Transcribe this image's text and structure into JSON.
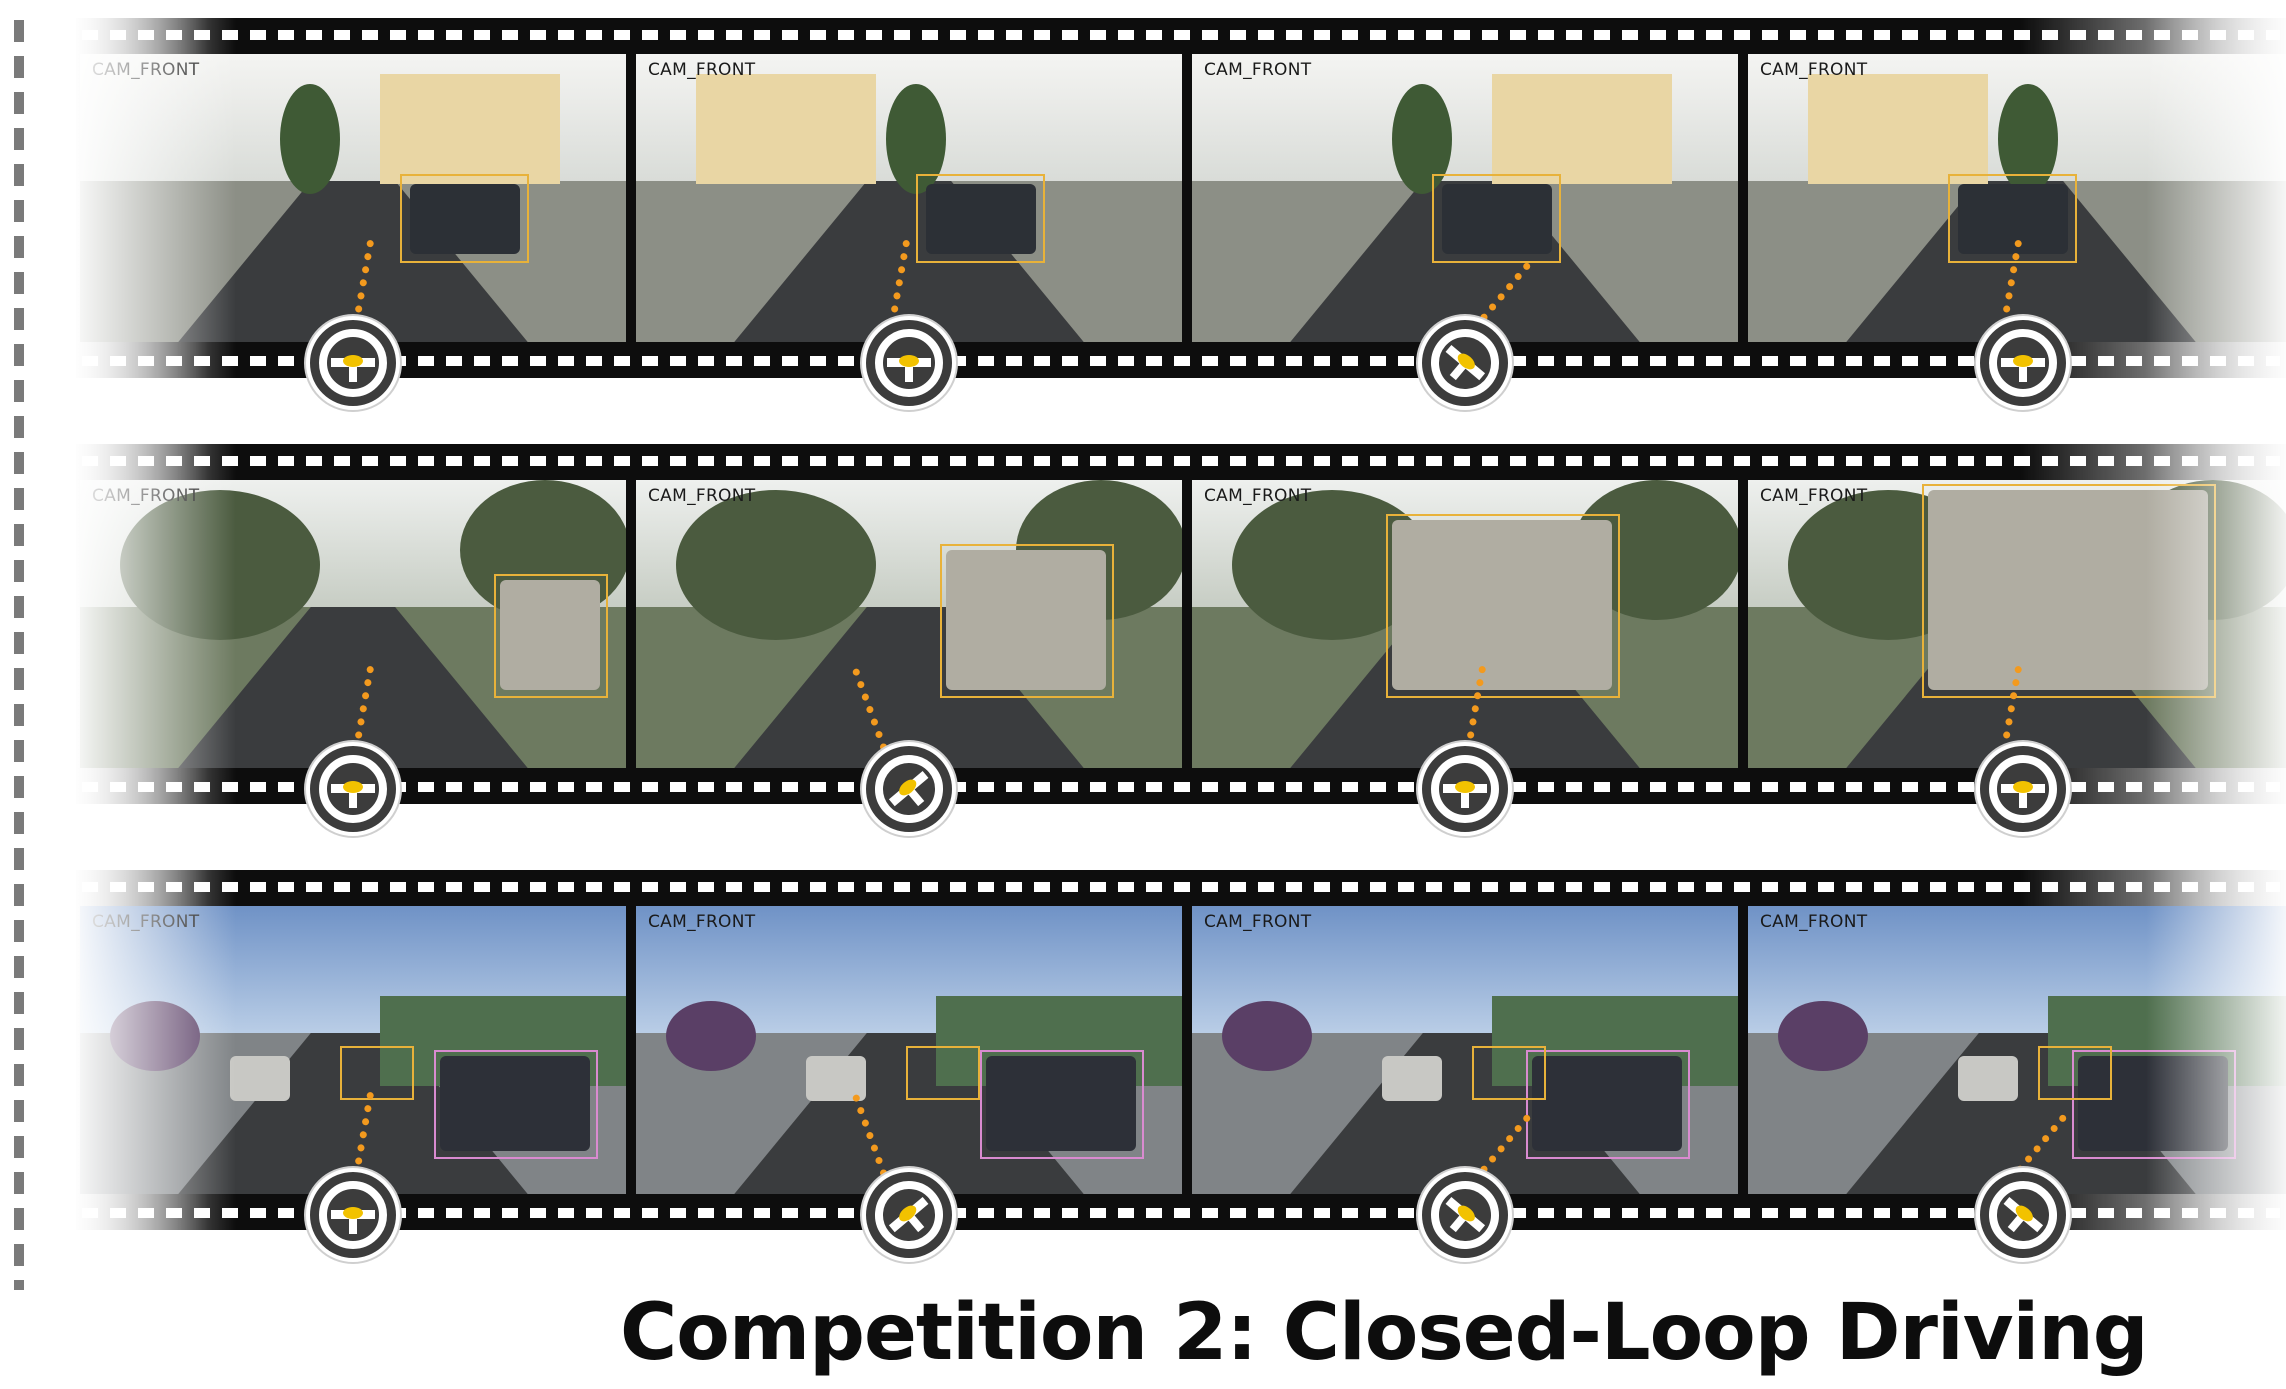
{
  "title": "Competition 2: Closed-Loop Driving",
  "camera_label": "CAM_FRONT",
  "strips": [
    {
      "scene": "residential-street",
      "frames": [
        {
          "label": "CAM_FRONT",
          "steering": "straight"
        },
        {
          "label": "CAM_FRONT",
          "steering": "straight"
        },
        {
          "label": "CAM_FRONT",
          "steering": "turn-right"
        },
        {
          "label": "CAM_FRONT",
          "steering": "straight"
        }
      ]
    },
    {
      "scene": "truck-ahead",
      "frames": [
        {
          "label": "CAM_FRONT",
          "steering": "straight"
        },
        {
          "label": "CAM_FRONT",
          "steering": "turn-left"
        },
        {
          "label": "CAM_FRONT",
          "steering": "straight"
        },
        {
          "label": "CAM_FRONT",
          "steering": "straight"
        }
      ]
    },
    {
      "scene": "commercial-street",
      "frames": [
        {
          "label": "CAM_FRONT",
          "steering": "straight"
        },
        {
          "label": "CAM_FRONT",
          "steering": "turn-left"
        },
        {
          "label": "CAM_FRONT",
          "steering": "turn-right"
        },
        {
          "label": "CAM_FRONT",
          "steering": "turn-right"
        }
      ]
    }
  ],
  "colors": {
    "film": "#0d0d0d",
    "trajectory": "#f39a1e",
    "bbox": "#e8b23a",
    "wheel_accent": "#f2c200"
  }
}
